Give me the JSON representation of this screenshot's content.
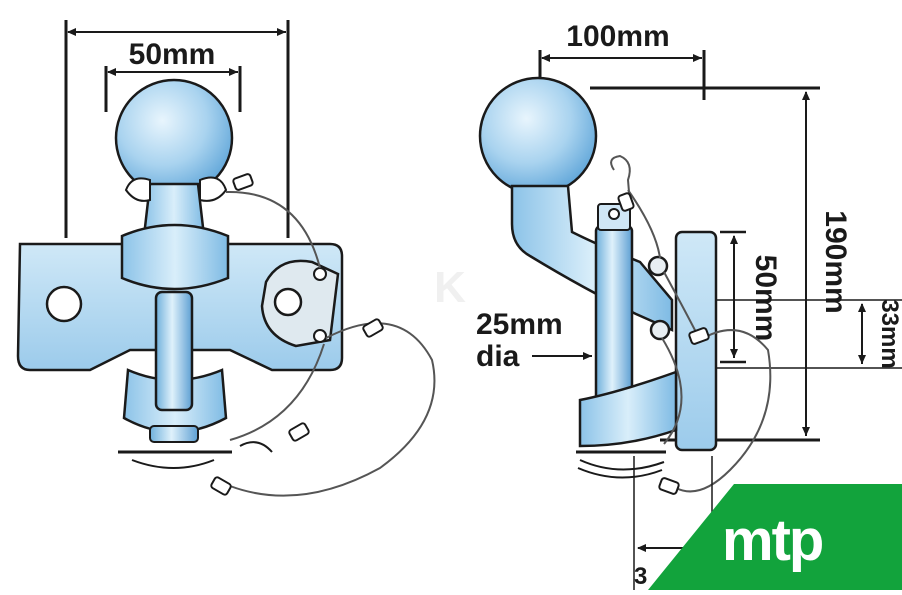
{
  "diagram": {
    "labels": {
      "front_outer_width": "",
      "front_ball_width": "50mm",
      "side_ball_offset": "100mm",
      "side_total_height": "190mm",
      "side_jaw_height": "50mm",
      "side_plate_thickness": "33mm",
      "pin_diameter_line1": "25mm",
      "pin_diameter_line2": "dia",
      "bottom_partial": "3"
    },
    "logo": {
      "text": "mtp"
    },
    "colors": {
      "steel_light": "#d6ecf8",
      "steel_mid": "#a9d3ef",
      "steel_dark": "#6aaede",
      "outline": "#1a1a1a",
      "logo_green": "#12a33c",
      "cable": "#555555"
    }
  }
}
